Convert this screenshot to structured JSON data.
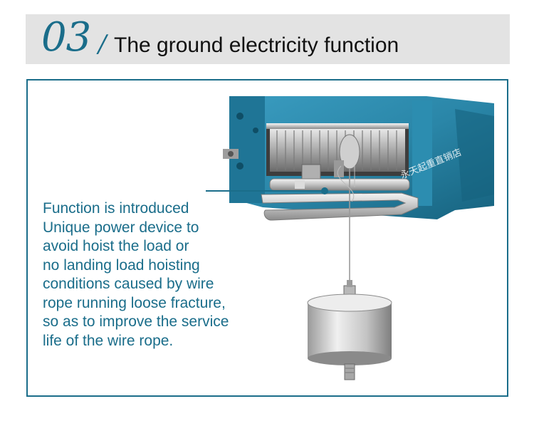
{
  "header": {
    "number": "03",
    "slash": "/",
    "title": "The ground electricity function"
  },
  "content": {
    "description_lines": [
      "Function is introduced",
      "Unique power device to",
      "avoid hoist the load or",
      "no landing load hoisting",
      "conditions caused by wire",
      "rope running loose fracture,",
      "so as to improve the service",
      "life of the wire rope."
    ],
    "watermark": "永天起重直销店"
  },
  "colors": {
    "accent": "#1a6d8a",
    "header_bg": "#e3e3e3",
    "hoist_body": "#2a86a8"
  }
}
